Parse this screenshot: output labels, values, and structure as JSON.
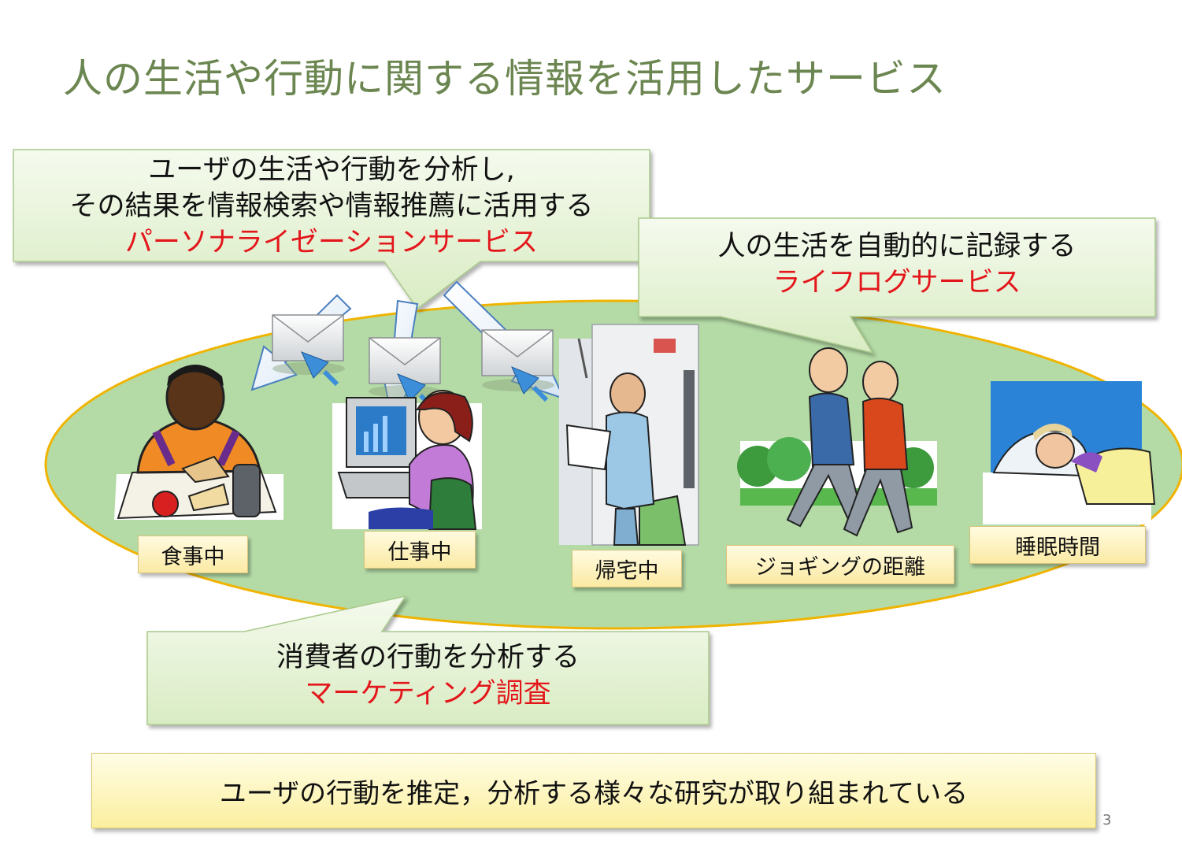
{
  "title": "人の生活や行動に関する情報を活用したサービス",
  "callouts": {
    "personalization": {
      "line1": "ユーザの生活や行動を分析し,",
      "line2": "その結果を情報検索や情報推薦に活用する",
      "highlight": "パーソナライゼーションサービス"
    },
    "lifelog": {
      "line1": "人の生活を自動的に記録する",
      "highlight": "ライフログサービス"
    },
    "marketing": {
      "line1": "消費者の行動を分析する",
      "highlight": "マーケティング調査"
    }
  },
  "activities": {
    "eating": "食事中",
    "working": "仕事中",
    "commuting": "帰宅中",
    "jogging": "ジョギングの距離",
    "sleeping": "睡眠時間"
  },
  "summary": "ユーザの行動を推定，分析する様々な研究が取り組まれている",
  "page_number": "3",
  "colors": {
    "title": "#6b8650",
    "highlight": "#e3161b",
    "ellipse_fill": "#b4dba6",
    "ellipse_stroke": "#f0b400",
    "callout_fill": "#eaf4dc",
    "label_fill": "#fbeaa4"
  }
}
